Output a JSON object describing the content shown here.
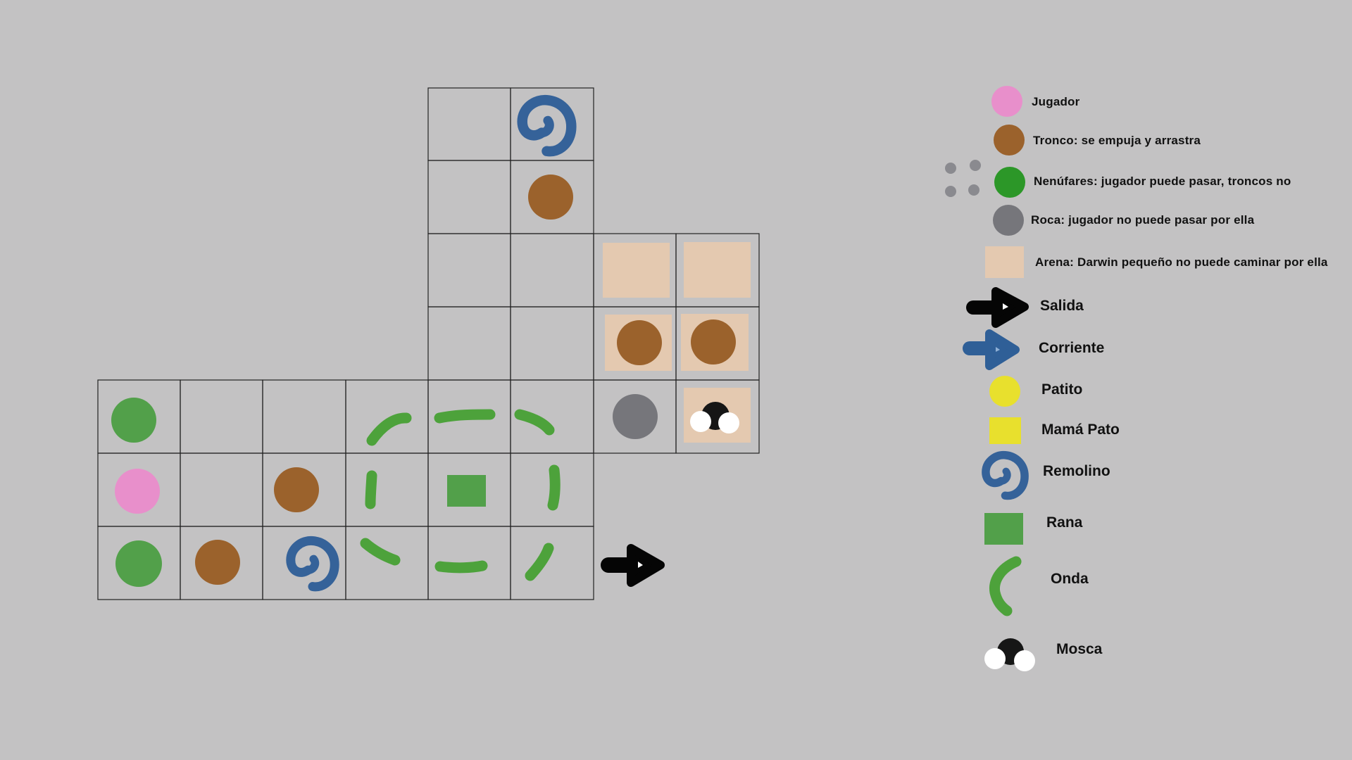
{
  "colors": {
    "background": "#c3c2c3",
    "jugador": "#e88fcb",
    "tronco": "#9b622c",
    "nenufar": "#52a04a",
    "nenufar_legend": "#2c9728",
    "roca": "#76767b",
    "arena": "#e4c9b0",
    "salida": "#050505",
    "corriente": "#2f5f97",
    "patito": "#e8e02d",
    "mama_pato": "#e8e02d",
    "remolino": "#356299",
    "rana": "#52a04a",
    "onda": "#4da23b",
    "mosca_body": "#161616",
    "mosca_wing": "#ffffff"
  },
  "legend": {
    "jugador": "Jugador",
    "tronco": "Tronco: se empuja y arrastra",
    "nenufares": "Nenúfares: jugador puede pasar, troncos no",
    "roca": "Roca: jugador no puede pasar por ella",
    "arena": "Arena: Darwin pequeño no puede caminar por ella",
    "salida": "Salida",
    "corriente": "Corriente",
    "patito": "Patito",
    "mama_pato": "Mamá Pato",
    "remolino": "Remolino",
    "rana": "Rana",
    "onda": "Onda",
    "mosca": "Mosca"
  },
  "legend_icons": [
    "jugador-icon",
    "tronco-icon",
    "nenufares-icon",
    "roca-icon",
    "arena-icon",
    "salida-arrow-icon",
    "corriente-arrow-icon",
    "patito-icon",
    "mama-pato-icon",
    "remolino-icon",
    "rana-icon",
    "onda-icon",
    "mosca-icon"
  ],
  "board": {
    "grid": [
      [
        "",
        "",
        "",
        "",
        "empty",
        "remolino",
        "",
        ""
      ],
      [
        "",
        "",
        "",
        "",
        "empty",
        "tronco",
        "",
        ""
      ],
      [
        "",
        "",
        "",
        "",
        "empty",
        "empty",
        "arena",
        "arena"
      ],
      [
        "",
        "",
        "",
        "",
        "empty",
        "empty",
        "arena+tronco",
        "arena+tronco"
      ],
      [
        "nenufar",
        "empty",
        "empty",
        "onda",
        "onda",
        "onda",
        "roca",
        "arena+mosca"
      ],
      [
        "jugador",
        "empty",
        "tronco",
        "onda",
        "rana",
        "onda",
        "",
        ""
      ],
      [
        "nenufar",
        "tronco",
        "remolino",
        "onda",
        "onda",
        "onda",
        "",
        ""
      ]
    ],
    "exit": "salida-arrow-icon"
  }
}
